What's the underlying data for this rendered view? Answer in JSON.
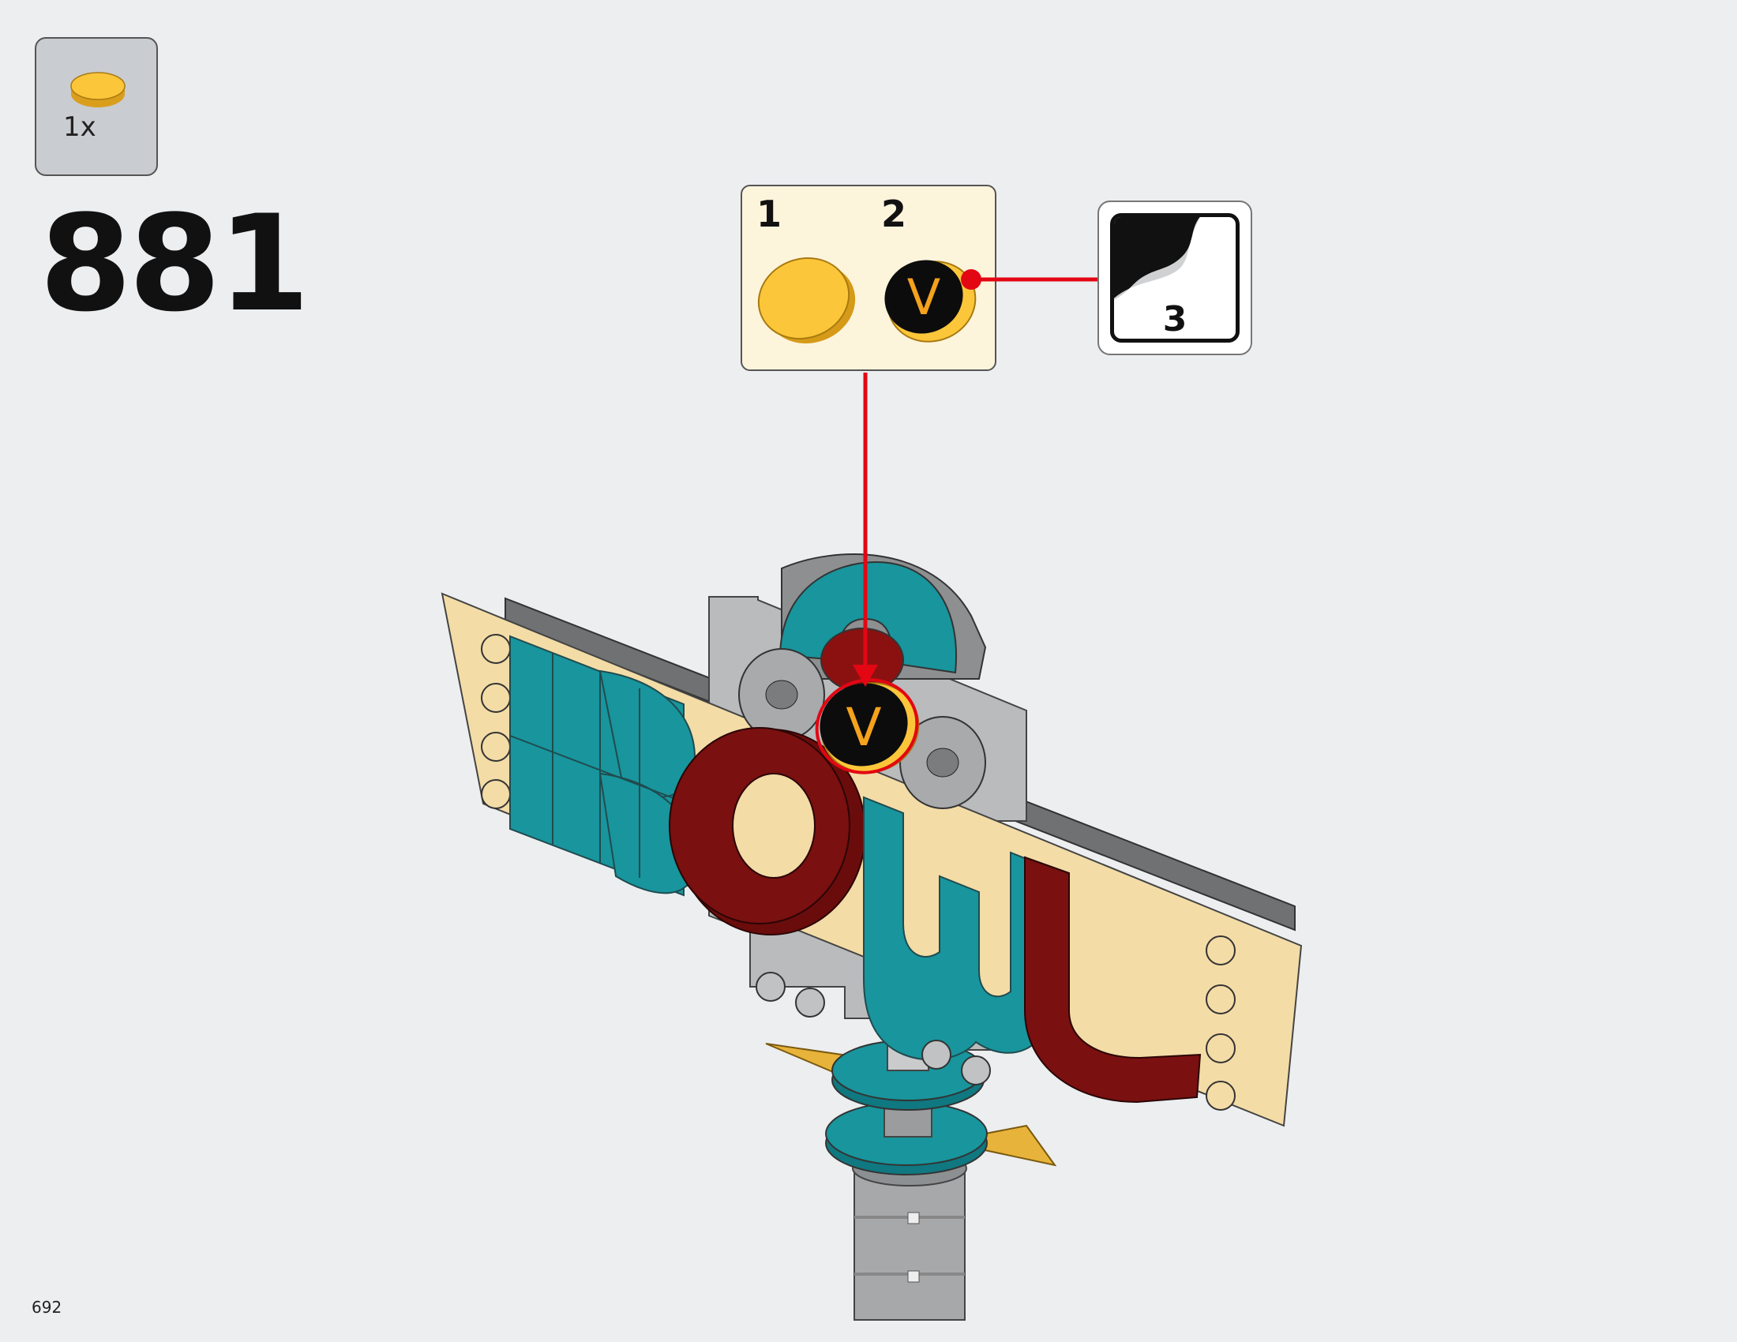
{
  "page": {
    "page_number": "692",
    "step_number": "881"
  },
  "parts_list": {
    "items": [
      {
        "quantity": "1x",
        "part": "round-tile-2x2-yellow-icon"
      }
    ]
  },
  "sub_steps": {
    "items": [
      {
        "number": "1",
        "part": "round-tile-2x2-yellow-icon"
      },
      {
        "number": "2",
        "part": "round-tile-2x2-sticker-v-icon",
        "sticker_text": "V"
      }
    ]
  },
  "sticker": {
    "number": "3"
  },
  "model": {
    "sign_letters": [
      "B",
      "O",
      "W",
      "L"
    ],
    "tile_text": "V"
  },
  "colors": {
    "background": "#eceef0",
    "callout_bg": "#fdf4dc",
    "parts_box_bg": "#c9ccd0",
    "arrow": "#e30613",
    "tile_yellow": "#fcc63a",
    "teal": "#138a92",
    "dark_red": "#720e0e",
    "tan": "#f3dca6",
    "gray": "#a9abad"
  }
}
